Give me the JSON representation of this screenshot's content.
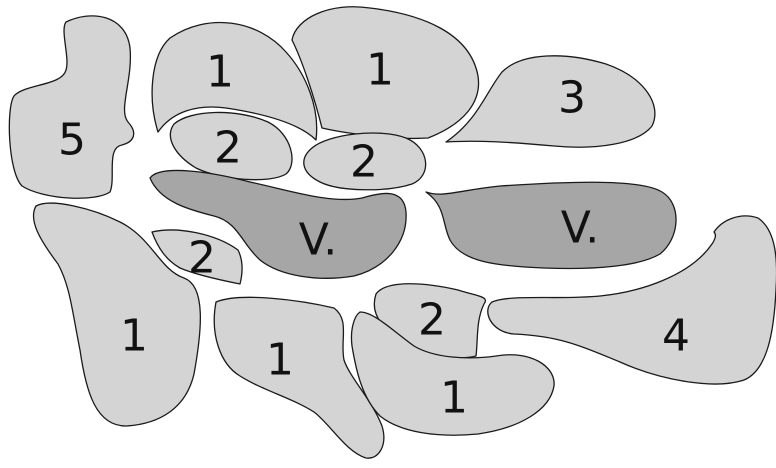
{
  "colors": {
    "region_light": "#d4d4d4",
    "region_dark": "#a6a6a6",
    "outline": "#1a1a1a",
    "text": "#111111",
    "background": "#ffffff"
  },
  "regions": [
    {
      "id": "r5",
      "label": "5",
      "shade": "light"
    },
    {
      "id": "r1-top-left",
      "label": "1",
      "shade": "light"
    },
    {
      "id": "r1-top-center",
      "label": "1",
      "shade": "light"
    },
    {
      "id": "r3",
      "label": "3",
      "shade": "light"
    },
    {
      "id": "r2-upper-left",
      "label": "2",
      "shade": "light"
    },
    {
      "id": "r2-upper-center",
      "label": "2",
      "shade": "light"
    },
    {
      "id": "rv-left",
      "label": "V.",
      "shade": "dark"
    },
    {
      "id": "rv-right",
      "label": "V.",
      "shade": "dark"
    },
    {
      "id": "r2-mid-left",
      "label": "2",
      "shade": "light"
    },
    {
      "id": "r1-lower-left",
      "label": "1",
      "shade": "light"
    },
    {
      "id": "r1-lower-center",
      "label": "1",
      "shade": "light"
    },
    {
      "id": "r2-lower-center",
      "label": "2",
      "shade": "light"
    },
    {
      "id": "r1-lower-right",
      "label": "1",
      "shade": "light"
    },
    {
      "id": "r4",
      "label": "4",
      "shade": "light"
    }
  ]
}
